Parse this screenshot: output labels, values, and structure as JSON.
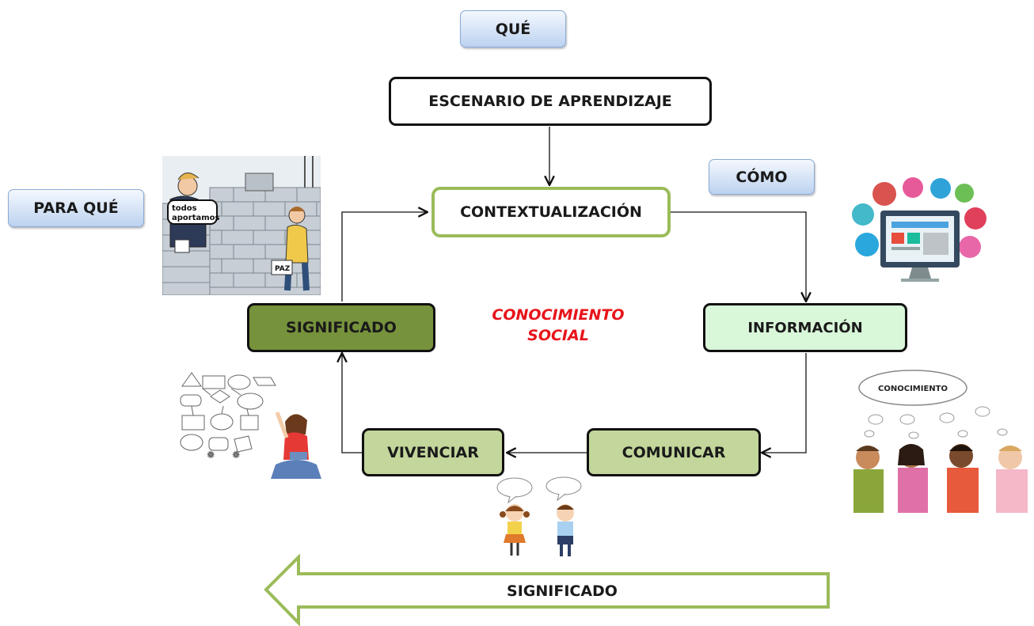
{
  "labels": {
    "que": "QUÉ",
    "como": "CÓMO",
    "para_que": "PARA QUÉ"
  },
  "boxes": {
    "escenario": "ESCENARIO DE APRENDIZAJE",
    "contextualizacion": "CONTEXTUALIZACIÓN",
    "informacion": "INFORMACIÓN",
    "comunicar": "COMUNICAR",
    "vivenciar": "VIVENCIAR",
    "significado": "SIGNIFICADO"
  },
  "center_text": [
    "CONOCIMIENTO",
    "SOCIAL"
  ],
  "bottom_arrow_label": "SIGNIFICADO",
  "illustrations": {
    "wall_texts": [
      "todos",
      "aportamos",
      "PAZ"
    ],
    "thought_cloud_text": "CONOCIMIENTO"
  },
  "colors": {
    "tag_fill": "#c9dbf3",
    "context_border": "#9bbb59",
    "info_fill": "#d9f7d9",
    "step_fill": "#c3d69b",
    "significado_fill": "#76923c",
    "center_text": "#e8131a",
    "arrow_outline": "#9bbb59"
  }
}
